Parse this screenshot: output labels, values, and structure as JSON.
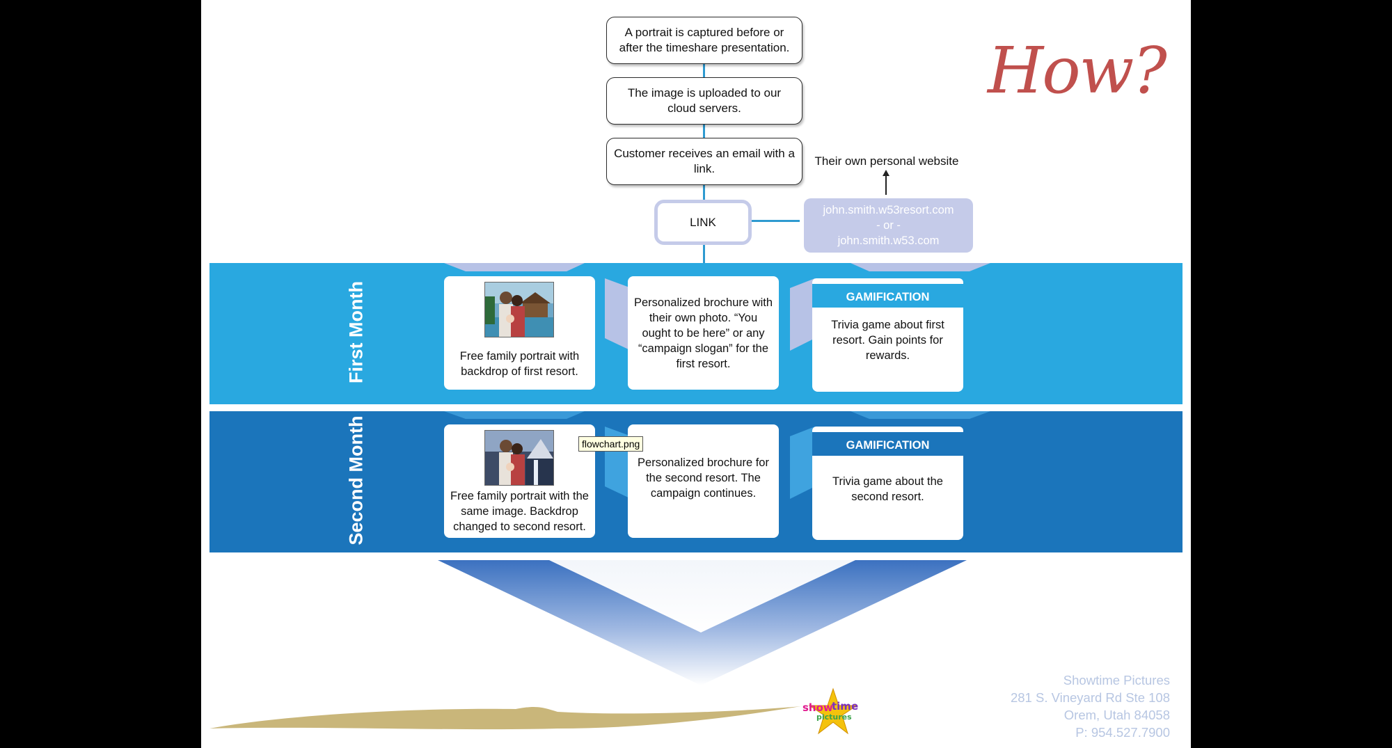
{
  "title": "How?",
  "flow": {
    "step1": "A portrait is captured before or after the timeshare presentation.",
    "step2": "The image is uploaded to our cloud servers.",
    "step3": "Customer receives an email with a link.",
    "link": "LINK",
    "website_caption": "Their own personal website",
    "url_line1": "john.smith.w53resort.com",
    "url_line2": "- or -",
    "url_line3": "john.smith.w53.com"
  },
  "months": [
    {
      "label": "First Month",
      "portrait": "Free family portrait with backdrop of first resort.",
      "brochure": "Personalized brochure with their own photo. “You ought to be here” or any “campaign slogan” for the first resort.",
      "gamification_title": "GAMIFICATION",
      "gamification": "Trivia game about first resort. Gain points for rewards."
    },
    {
      "label": "Second Month",
      "portrait": "Free family portrait with the same image. Backdrop changed to second resort.",
      "brochure": "Personalized brochure for the second resort. The campaign continues.",
      "gamification_title": "GAMIFICATION",
      "gamification": "Trivia game about the second resort."
    }
  ],
  "tooltip": "flowchart.png",
  "logo_text": "showtime pictures",
  "contact": {
    "company": "Showtime Pictures",
    "address": "281 S. Vineyard Rd Ste 108",
    "city": "Orem, Utah 84058",
    "phone": "P: 954.527.7900"
  },
  "colors": {
    "band1": "#29a8e0",
    "band2": "#1b75bb",
    "link_box": "#c5cbe9",
    "title": "#c0504d",
    "contact": "#b7c6e2"
  }
}
